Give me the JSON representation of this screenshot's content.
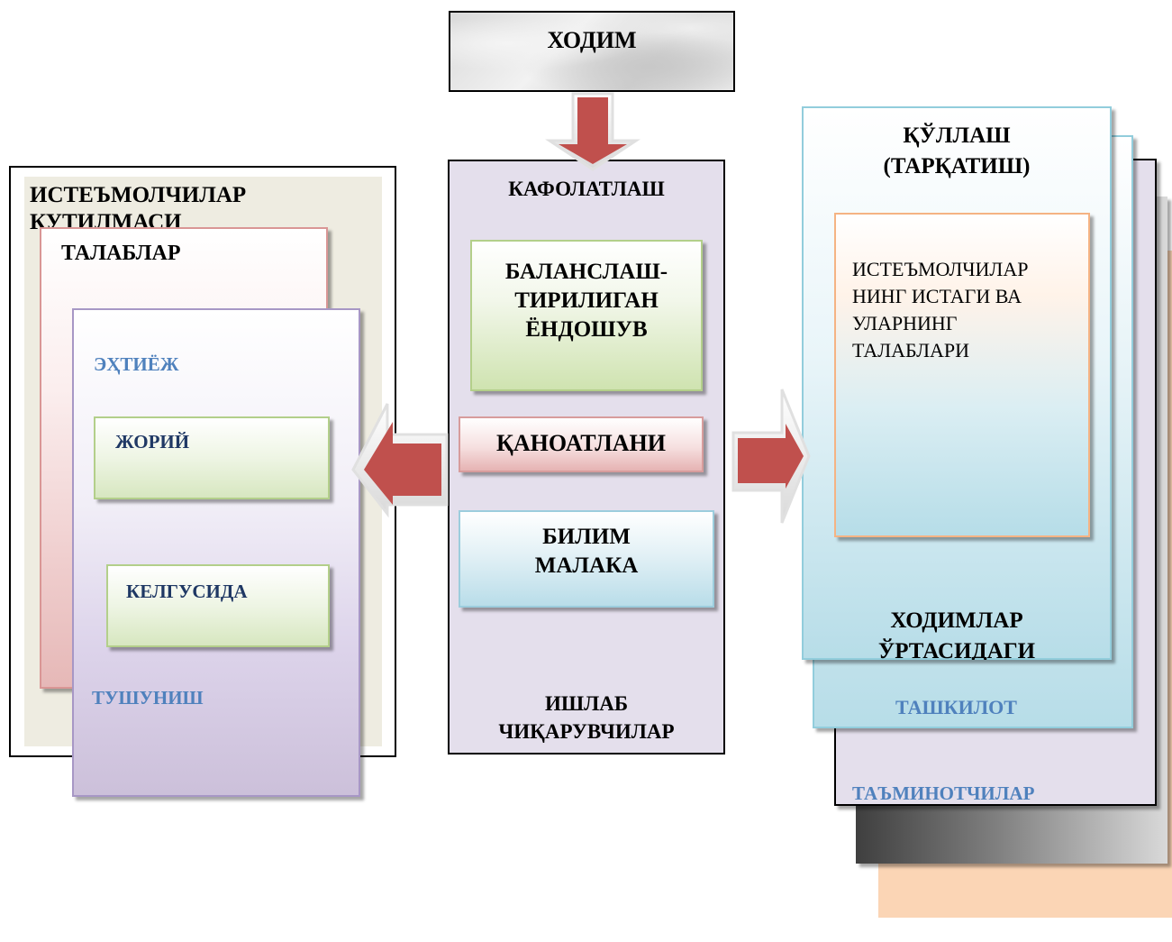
{
  "top": {
    "employee": "ХОДИМ"
  },
  "center": {
    "assure": "КАФОЛАТЛАШ",
    "balanced_approach": [
      "БАЛАНСЛАШ-",
      "ТИРИЛИГАН",
      "ЁНДОШУВ"
    ],
    "satisfaction": "ҚАНОАТЛАНИ",
    "knowledge": [
      "БИЛИМ",
      "МАЛАКА"
    ],
    "producers": [
      "ИШЛАБ",
      "ЧИҚАРУВЧИЛАР"
    ]
  },
  "left": {
    "consumer_expectation": [
      "ИСТЕЪМОЛЧИЛАР",
      "КУТИЛМАСИ"
    ],
    "requirements": "ТАЛАБЛАР",
    "need": "ЭҲТИЁЖ",
    "current": "ЖОРИЙ",
    "future": "КЕЛГУСИДА",
    "understanding": "ТУШУНИШ"
  },
  "right": {
    "support": [
      "ҚЎЛЛАШ",
      "(ТАРҚАТИШ)"
    ],
    "consumer_needs": [
      "ИСТЕЪМОЛЧИЛАР",
      "НИНГ ИСТАГИ ВА",
      "УЛАРНИНГ",
      "ТАЛАБЛАРИ"
    ],
    "among_employees": [
      "ХОДИМЛАР",
      "ЎРТАСИДАГИ"
    ],
    "organization": "ТАШКИЛОТ",
    "suppliers": "ТАЪМИНОТЧИЛАР"
  },
  "colors": {
    "arrow": "#c0504d",
    "label_blue": "#4f81bd",
    "label_dark_blue": "#1f3864"
  }
}
